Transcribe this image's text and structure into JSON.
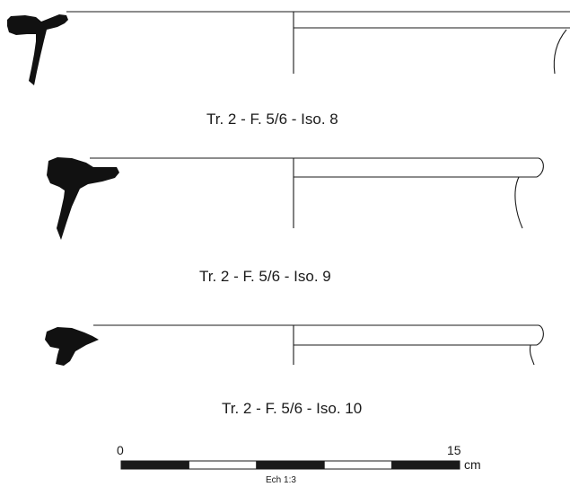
{
  "profiles": [
    {
      "caption": "Tr. 2 - F. 5/6 - Iso. 8"
    },
    {
      "caption": "Tr. 2 - F. 5/6 - Iso. 9"
    },
    {
      "caption": "Tr. 2 - F. 5/6 - Iso. 10"
    }
  ],
  "scale": {
    "start": "0",
    "end": "15",
    "unit": "cm",
    "ratio": "Ech 1:3",
    "segments": 5
  },
  "colors": {
    "ink": "#1a1a1a",
    "section_fill": "#111111"
  }
}
